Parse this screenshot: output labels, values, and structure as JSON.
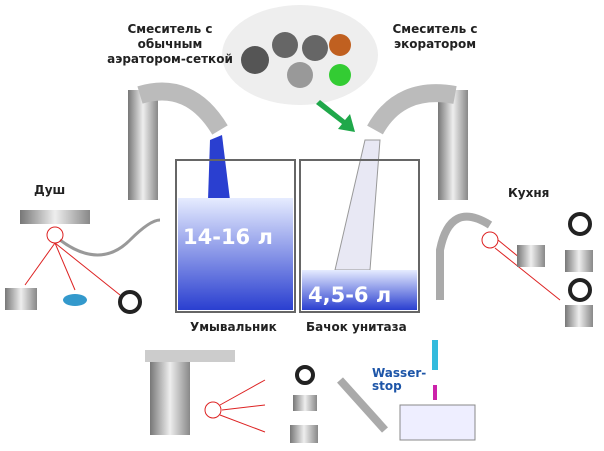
{
  "labels": {
    "standard_mixer": "Смеситель с обычным аэратором-сеткой",
    "eco_mixer": "Смеситель с экоратором",
    "shower": "Душ",
    "kitchen": "Кухня",
    "washbasin": "Умывальник",
    "toilet_tank": "Бачок унитаза",
    "wasser_stop": "Wasser-stop"
  },
  "volumes": {
    "standard": "14-16 л",
    "eco": "4,5-6 л"
  },
  "colors": {
    "water": "#2a3fd0",
    "arrow_green": "#1fa84a",
    "arrow_red": "#d22"
  }
}
